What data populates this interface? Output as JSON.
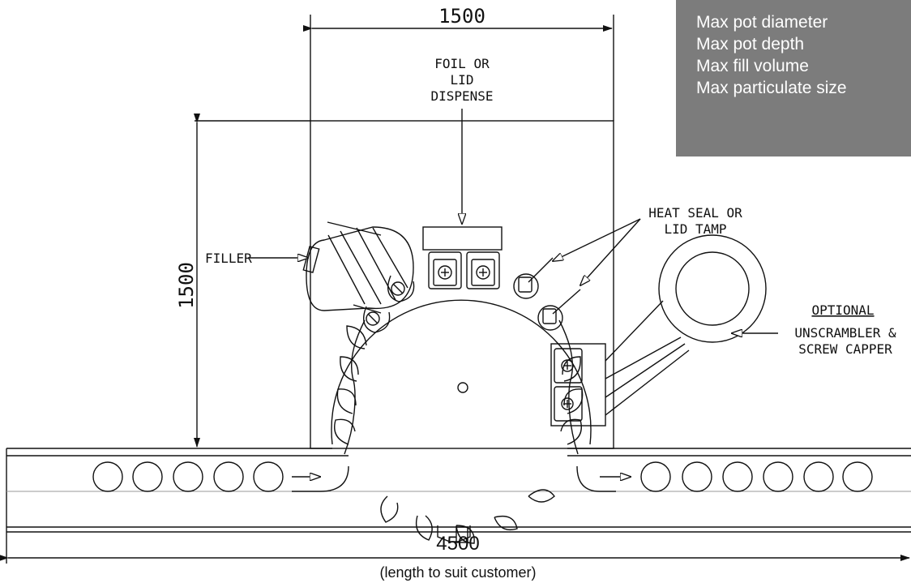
{
  "dimensions": {
    "top_width": "1500",
    "height": "1500",
    "overall_length": "4500",
    "length_note": "(length to suit customer)"
  },
  "labels": {
    "foil_line1": "FOIL OR",
    "foil_line2": "LID",
    "foil_line3": "DISPENSE",
    "filler": "FILLER",
    "heat_line1": "HEAT SEAL OR",
    "heat_line2": "LID TAMP",
    "optional": "OPTIONAL",
    "unscrambler_line1": "UNSCRAMBLER &",
    "unscrambler_line2": "SCREW CAPPER"
  },
  "specs": [
    "Max pot diameter",
    "Max pot depth",
    "Max fill volume",
    "Max particulate size"
  ],
  "colors": {
    "line": "#111111",
    "panel": "#7c7c7c",
    "panel_text": "#ffffff"
  }
}
